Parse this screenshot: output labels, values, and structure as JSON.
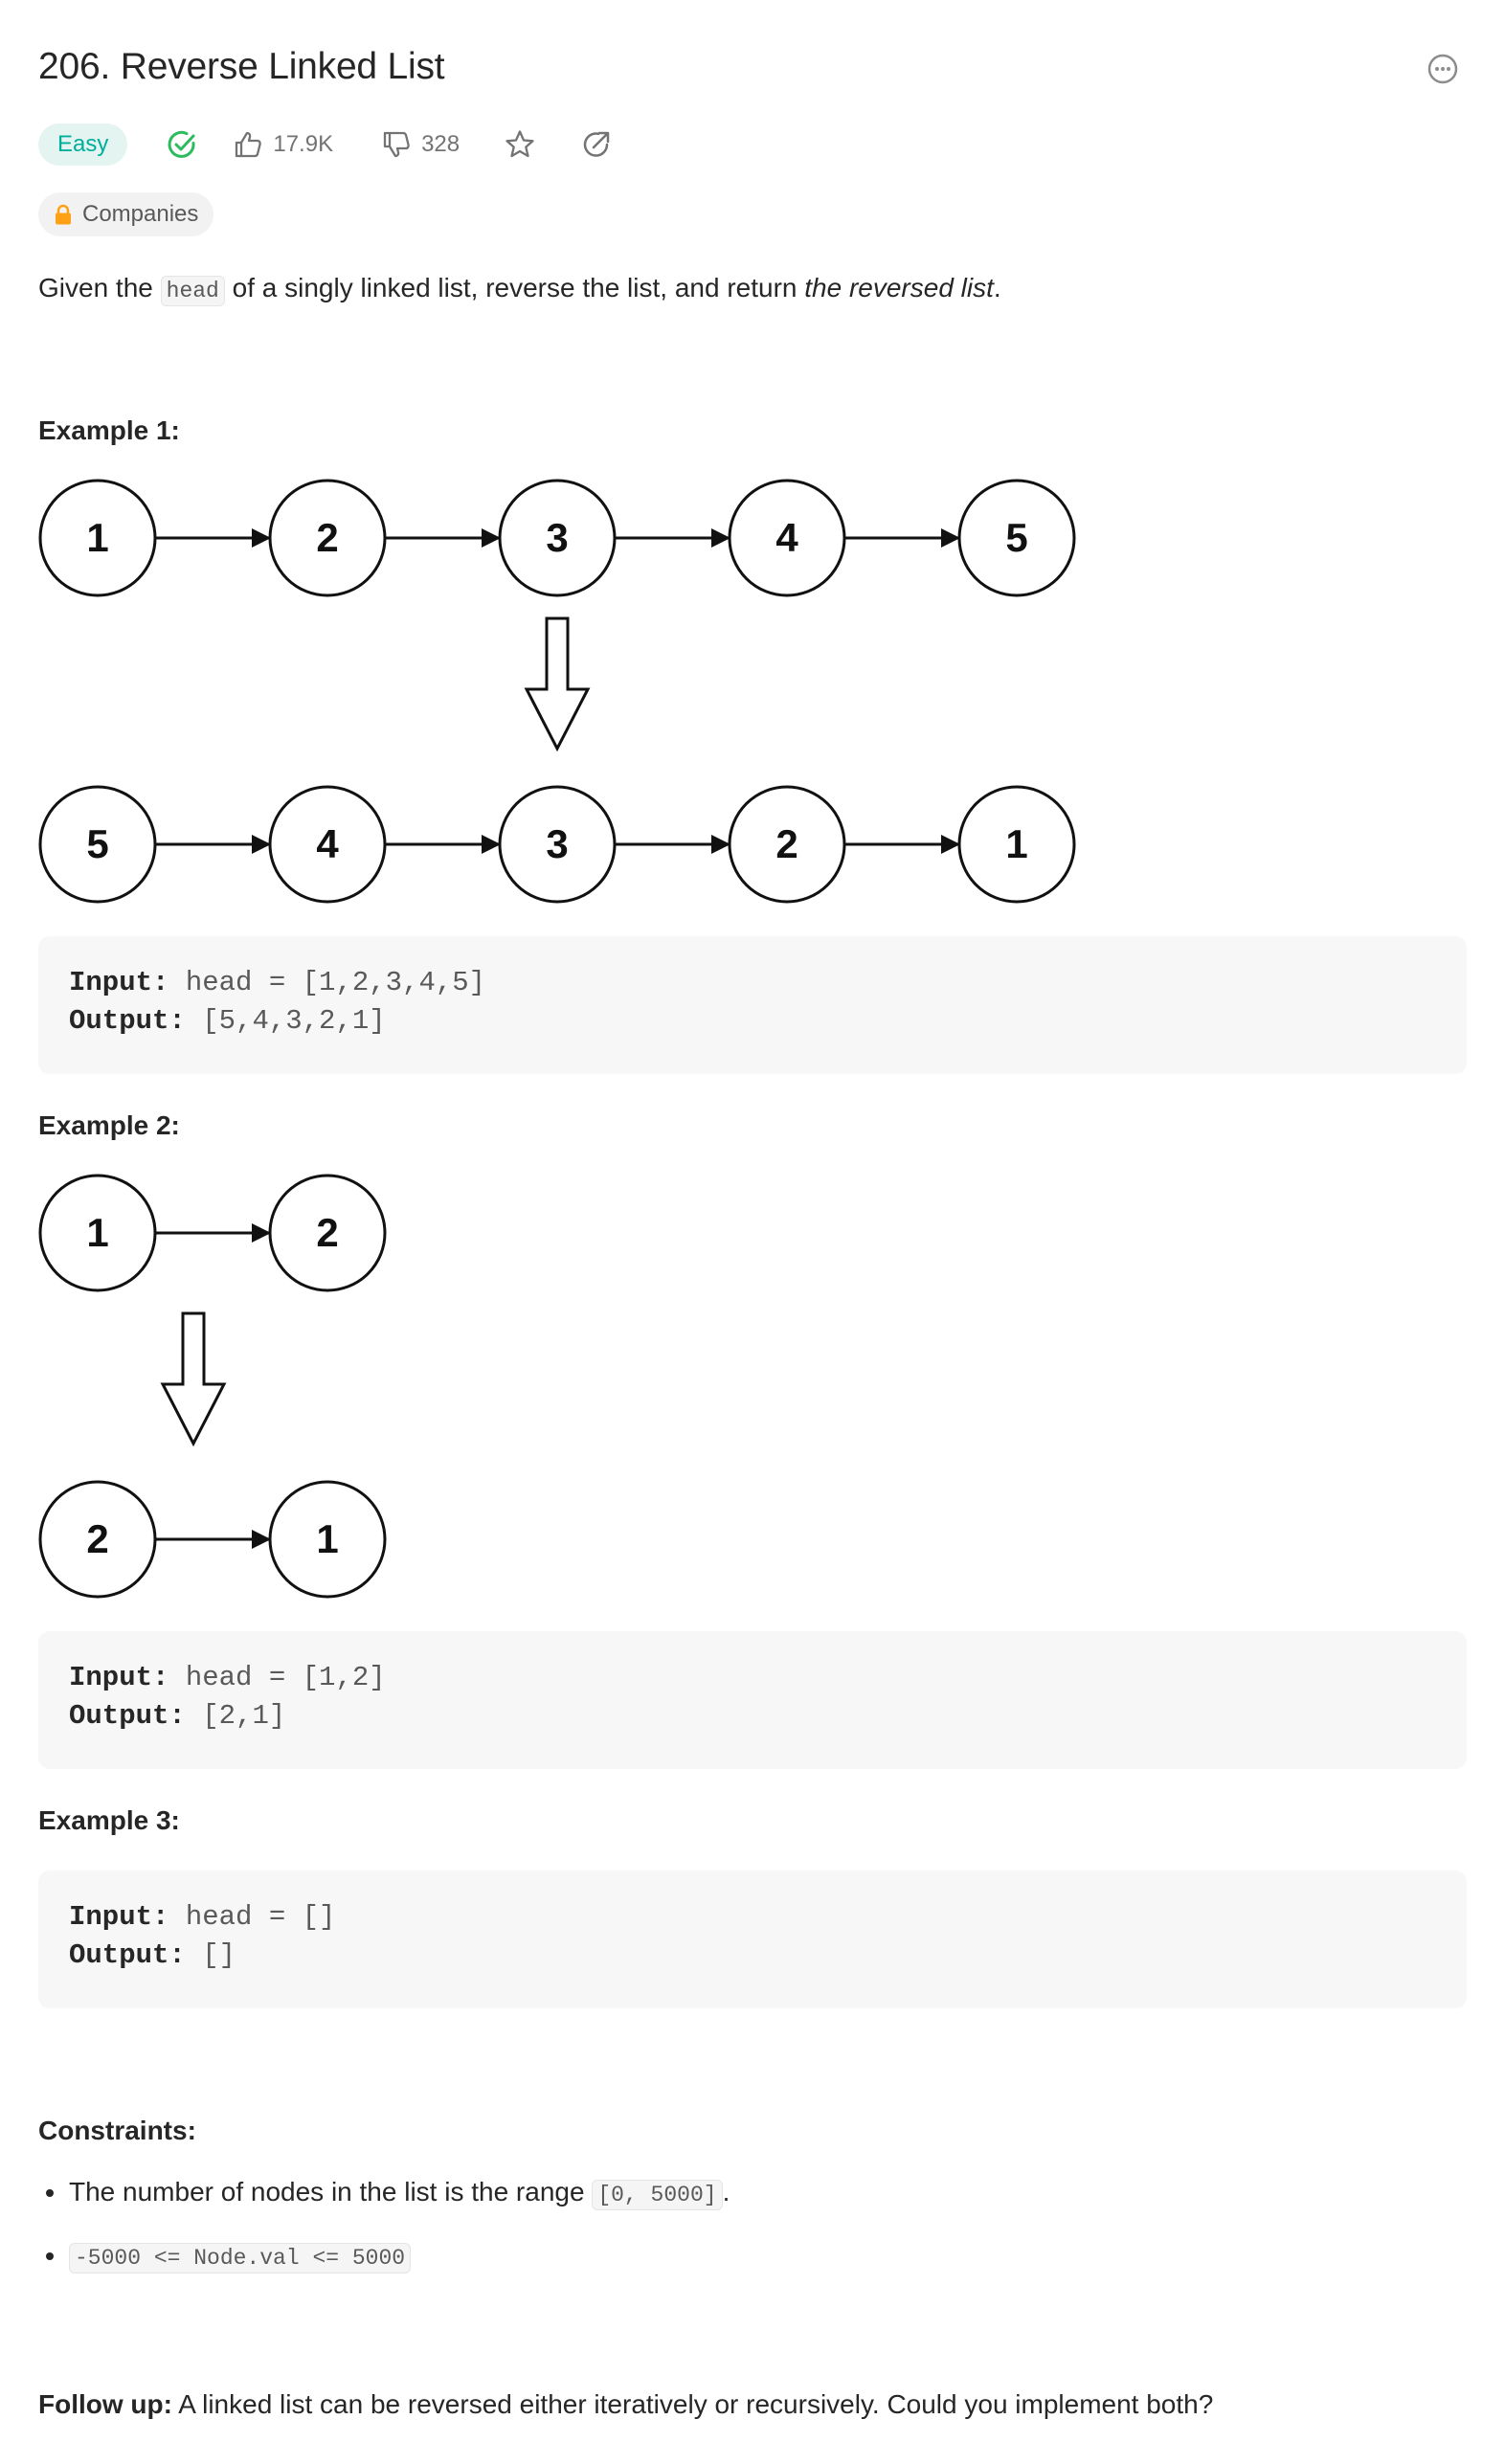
{
  "problem": {
    "title": "206. Reverse Linked List",
    "difficulty": "Easy",
    "likes": "17.9K",
    "dislikes": "328",
    "companies_label": "Companies"
  },
  "description": {
    "part1": "Given the ",
    "code": "head",
    "part2": " of a singly linked list, reverse the list, and return ",
    "em": "the reversed list",
    "part3": "."
  },
  "examples": [
    {
      "label": "Example 1:",
      "top_list": [
        "1",
        "2",
        "3",
        "4",
        "5"
      ],
      "bottom_list": [
        "5",
        "4",
        "3",
        "2",
        "1"
      ],
      "input_label": "Input:",
      "input_value": " head = [1,2,3,4,5]",
      "output_label": "Output:",
      "output_value": " [5,4,3,2,1]"
    },
    {
      "label": "Example 2:",
      "top_list": [
        "1",
        "2"
      ],
      "bottom_list": [
        "2",
        "1"
      ],
      "input_label": "Input:",
      "input_value": " head = [1,2]",
      "output_label": "Output:",
      "output_value": " [2,1]"
    },
    {
      "label": "Example 3:",
      "input_label": "Input:",
      "input_value": " head = []",
      "output_label": "Output:",
      "output_value": " []"
    }
  ],
  "constraints": {
    "heading": "Constraints:",
    "item1_text": "The number of nodes in the list is the range ",
    "item1_code": "[0, 5000]",
    "item1_end": ".",
    "item2_code": "-5000 <= Node.val <= 5000"
  },
  "follow_up": {
    "label": "Follow up:",
    "text": " A linked list can be reversed either iteratively or recursively. Could you implement both?"
  },
  "colors": {
    "easy_text": "#00af9b",
    "easy_bg": "#e3f4f1",
    "solved_green": "#2cbb5d",
    "lock_orange": "#ffa116"
  },
  "icons": [
    "more-icon",
    "solved-check-icon",
    "thumbs-up-icon",
    "thumbs-down-icon",
    "star-icon",
    "share-icon",
    "lock-icon",
    "down-arrow-icon"
  ]
}
